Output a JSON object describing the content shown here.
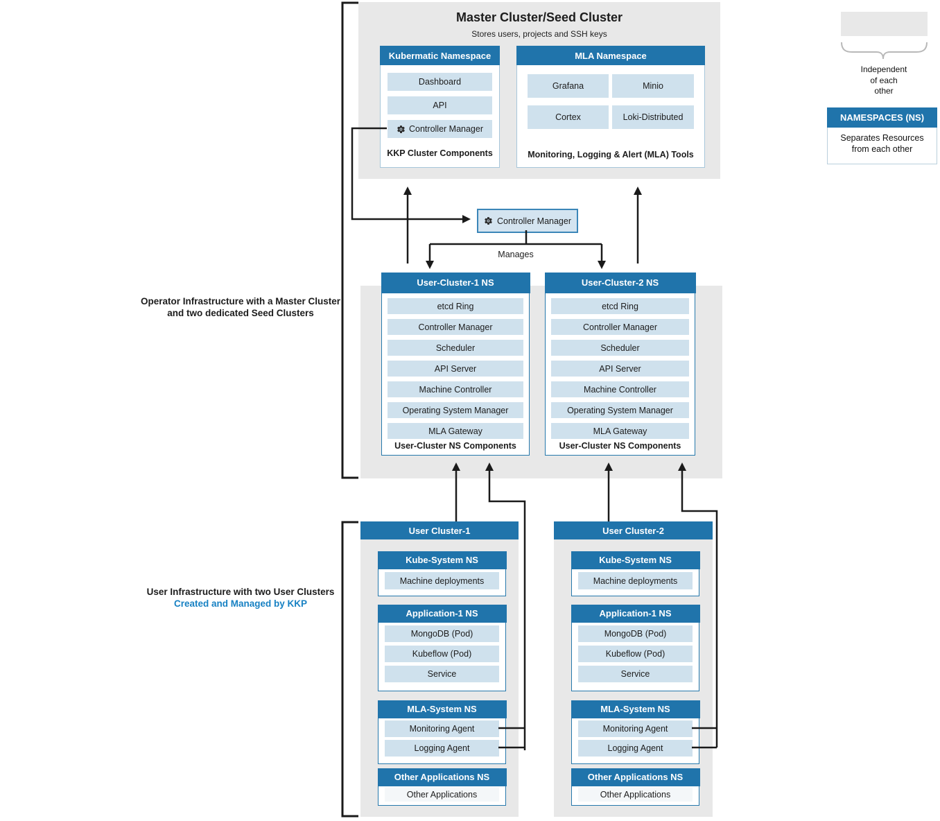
{
  "colors": {
    "header_blue": "#2074ab",
    "row_blue": "#cfe1ed",
    "panel_gray": "#e8e8e8",
    "accent_blue": "#1781c3",
    "line_black": "#1a1a1a"
  },
  "master": {
    "title": "Master Cluster/Seed Cluster",
    "subtitle": "Stores users, projects and SSH keys",
    "kubermatic_ns": {
      "header": "Kubermatic Namespace",
      "rows": [
        "Dashboard",
        "API",
        "Controller Manager"
      ],
      "footer": "KKP Cluster Components"
    },
    "mla_ns": {
      "header": "MLA Namespace",
      "tiles": [
        "Grafana",
        "Minio",
        "Cortex",
        "Loki-Distributed"
      ],
      "footer": "Monitoring, Logging & Alert (MLA) Tools"
    }
  },
  "controller_manager_box": {
    "label": "Controller Manager"
  },
  "manages_label": "Manages",
  "legend": {
    "independent": {
      "line1": "Independent",
      "line2": "of each",
      "line3": "other"
    },
    "namespaces": {
      "header": "NAMESPACES (NS)",
      "line1": "Separates Resources",
      "line2": "from each other"
    }
  },
  "operator_section": {
    "caption": {
      "line1": "Operator Infrastructure with a Master Cluster",
      "line2": "and two dedicated Seed Clusters"
    },
    "ns_columns": [
      {
        "header": "User-Cluster-1 NS",
        "rows": [
          "etcd Ring",
          "Controller Manager",
          "Scheduler",
          "API Server",
          "Machine Controller",
          "Operating System Manager",
          "MLA Gateway"
        ],
        "footer": "User-Cluster NS Components"
      },
      {
        "header": "User-Cluster-2 NS",
        "rows": [
          "etcd Ring",
          "Controller Manager",
          "Scheduler",
          "API Server",
          "Machine Controller",
          "Operating System Manager",
          "MLA Gateway"
        ],
        "footer": "User-Cluster NS Components"
      }
    ]
  },
  "user_section": {
    "caption": {
      "line1": "User Infrastructure with two User Clusters",
      "line2": "Created and Managed by KKP"
    },
    "clusters": [
      {
        "header": "User Cluster-1",
        "namespaces": [
          {
            "header": "Kube-System NS",
            "rows": [
              "Machine deployments"
            ]
          },
          {
            "header": "Application-1 NS",
            "rows": [
              "MongoDB (Pod)",
              "Kubeflow (Pod)",
              "Service"
            ]
          },
          {
            "header": "MLA-System NS",
            "rows": [
              "Monitoring Agent",
              "Logging Agent"
            ]
          },
          {
            "header": "Other Applications NS",
            "rows": [
              "Other Applications"
            ]
          }
        ]
      },
      {
        "header": "User Cluster-2",
        "namespaces": [
          {
            "header": "Kube-System NS",
            "rows": [
              "Machine deployments"
            ]
          },
          {
            "header": "Application-1 NS",
            "rows": [
              "MongoDB (Pod)",
              "Kubeflow (Pod)",
              "Service"
            ]
          },
          {
            "header": "MLA-System NS",
            "rows": [
              "Monitoring Agent",
              "Logging Agent"
            ]
          },
          {
            "header": "Other Applications NS",
            "rows": [
              "Other Applications"
            ]
          }
        ]
      }
    ]
  }
}
